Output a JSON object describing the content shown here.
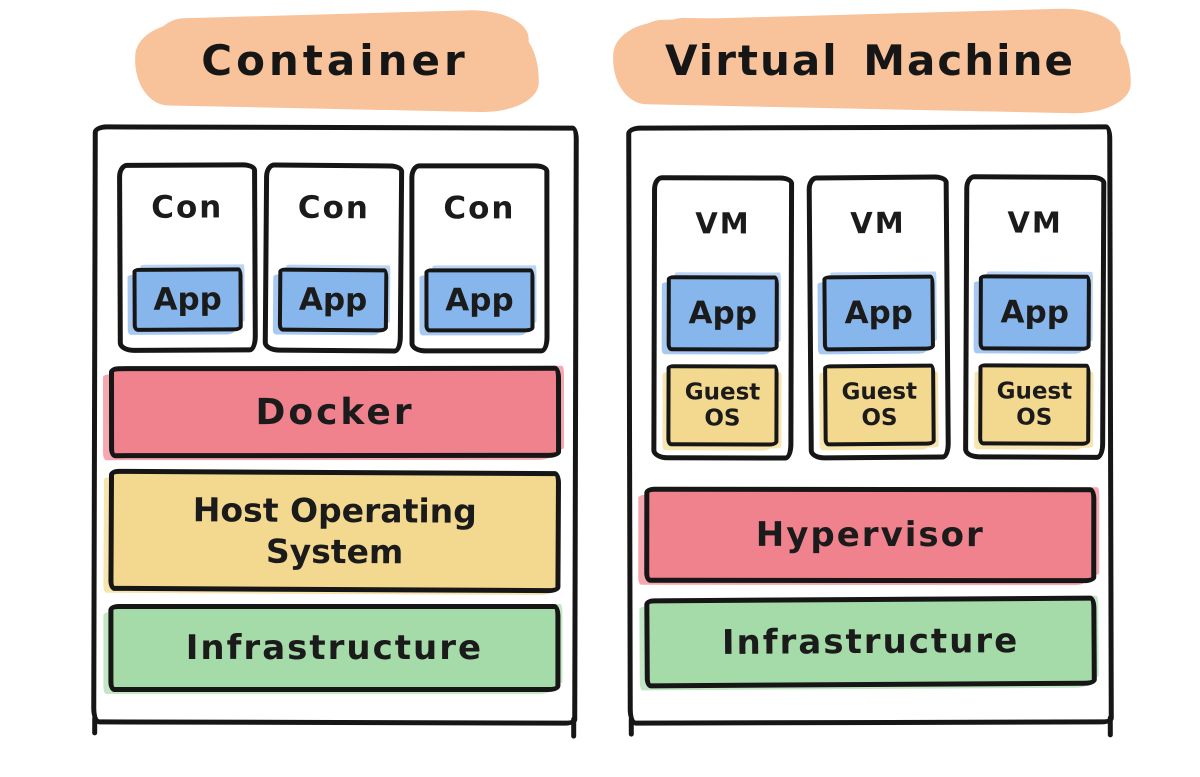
{
  "left_panel": {
    "title": "Container",
    "containers": [
      {
        "label": "Con",
        "app_label": "App"
      },
      {
        "label": "Con",
        "app_label": "App"
      },
      {
        "label": "Con",
        "app_label": "App"
      }
    ],
    "layers": {
      "docker": "Docker",
      "host_os": "Host Operating System",
      "infrastructure": "Infrastructure"
    }
  },
  "right_panel": {
    "title": "Virtual Machine",
    "vms": [
      {
        "label": "VM",
        "app_label": "App",
        "guest_os_label": "Guest OS"
      },
      {
        "label": "VM",
        "app_label": "App",
        "guest_os_label": "Guest OS"
      },
      {
        "label": "VM",
        "app_label": "App",
        "guest_os_label": "Guest OS"
      }
    ],
    "layers": {
      "hypervisor": "Hypervisor",
      "infrastructure": "Infrastructure"
    }
  },
  "colors": {
    "highlight_orange": "#f8c29a",
    "app_blue": "#87b6ec",
    "os_yellow": "#f3d98f",
    "engine_red": "#f0828d",
    "infra_green": "#a5dba8",
    "ink": "#161616"
  }
}
